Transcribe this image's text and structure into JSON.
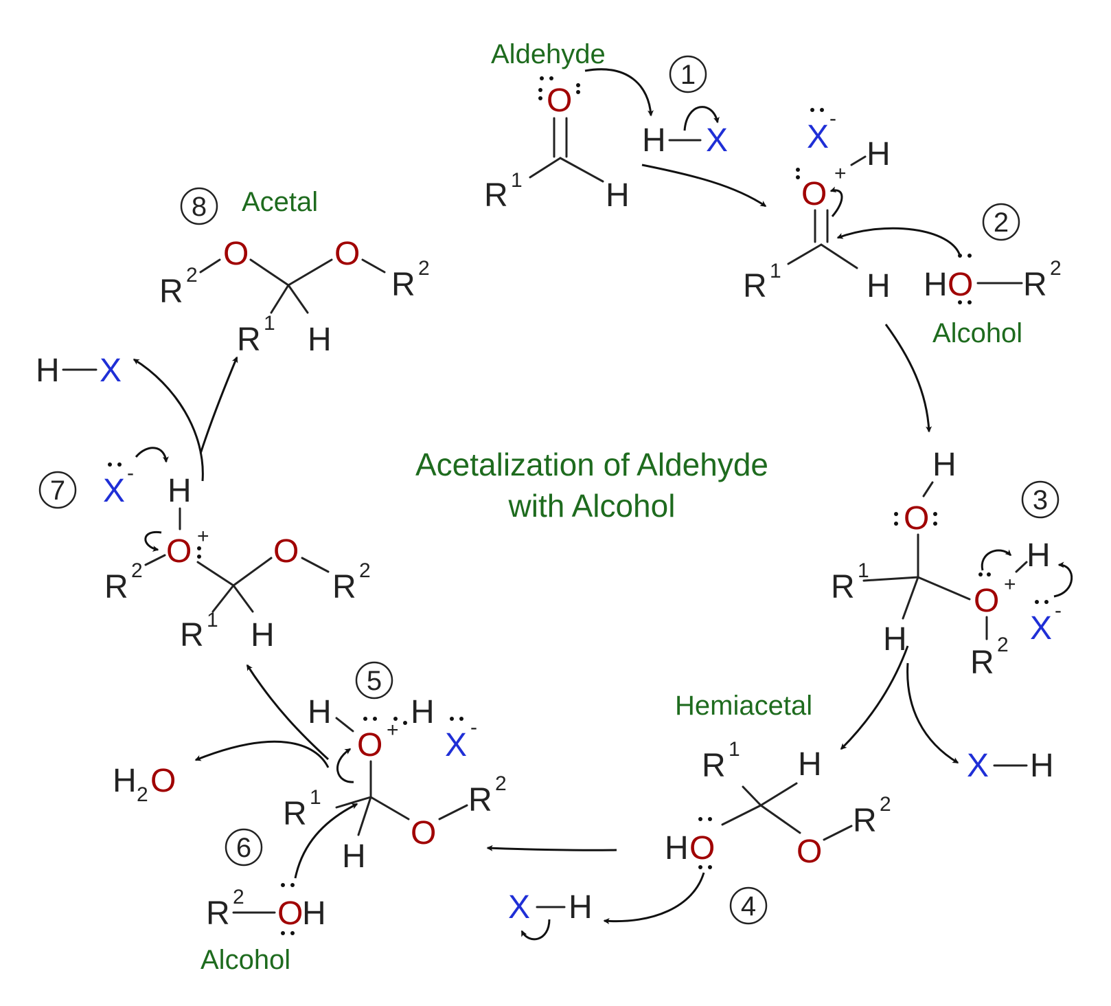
{
  "title": {
    "line1": "Acetalization of Aldehyde",
    "line2": "with Alcohol"
  },
  "labels": {
    "aldehyde": "Aldehyde",
    "alcohol_top": "Alcohol",
    "hemiacetal": "Hemiacetal",
    "alcohol_bottom": "Alcohol",
    "acetal": "Acetal"
  },
  "steps": [
    "1",
    "2",
    "3",
    "4",
    "5",
    "6",
    "7",
    "8"
  ],
  "symbols": {
    "O": "O",
    "H": "H",
    "X": "X",
    "R": "R",
    "sup1": "1",
    "sup2": "2",
    "plus": "+",
    "minus": "-",
    "H2O_H": "H",
    "H2O_2": "2",
    "H2O_O": "O"
  },
  "colors": {
    "oxygen": "#a00000",
    "halogen": "#1f2fd6",
    "label": "#1e6b1e",
    "ink": "#222222"
  }
}
